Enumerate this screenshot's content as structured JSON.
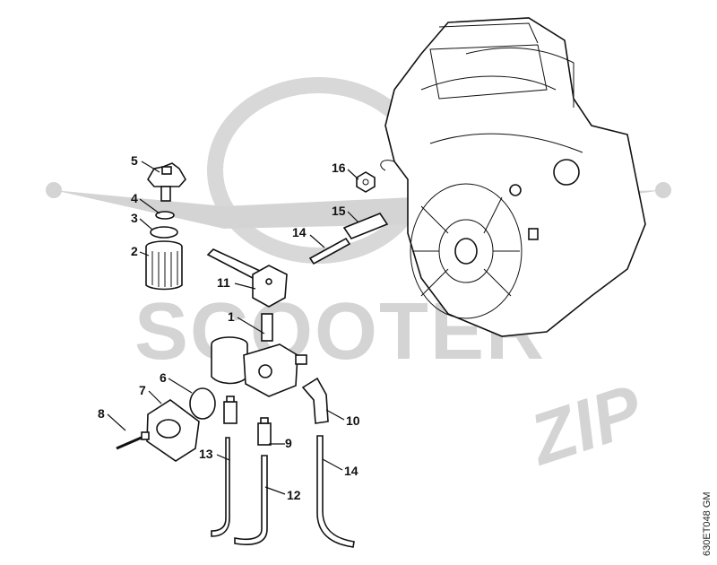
{
  "watermark": {
    "brand": "SCOOTER",
    "script": "ZIP"
  },
  "reference_code": "630ET048 GM",
  "callouts": [
    {
      "id": "c5",
      "label": "5"
    },
    {
      "id": "c4",
      "label": "4"
    },
    {
      "id": "c3",
      "label": "3"
    },
    {
      "id": "c2",
      "label": "2"
    },
    {
      "id": "c11",
      "label": "11"
    },
    {
      "id": "c1",
      "label": "1"
    },
    {
      "id": "c6",
      "label": "6"
    },
    {
      "id": "c7",
      "label": "7"
    },
    {
      "id": "c8",
      "label": "8"
    },
    {
      "id": "c13",
      "label": "13"
    },
    {
      "id": "c9",
      "label": "9"
    },
    {
      "id": "c10",
      "label": "10"
    },
    {
      "id": "c12",
      "label": "12"
    },
    {
      "id": "c14b",
      "label": "14"
    },
    {
      "id": "c16",
      "label": "16"
    },
    {
      "id": "c15",
      "label": "15"
    },
    {
      "id": "c14a",
      "label": "14"
    }
  ]
}
